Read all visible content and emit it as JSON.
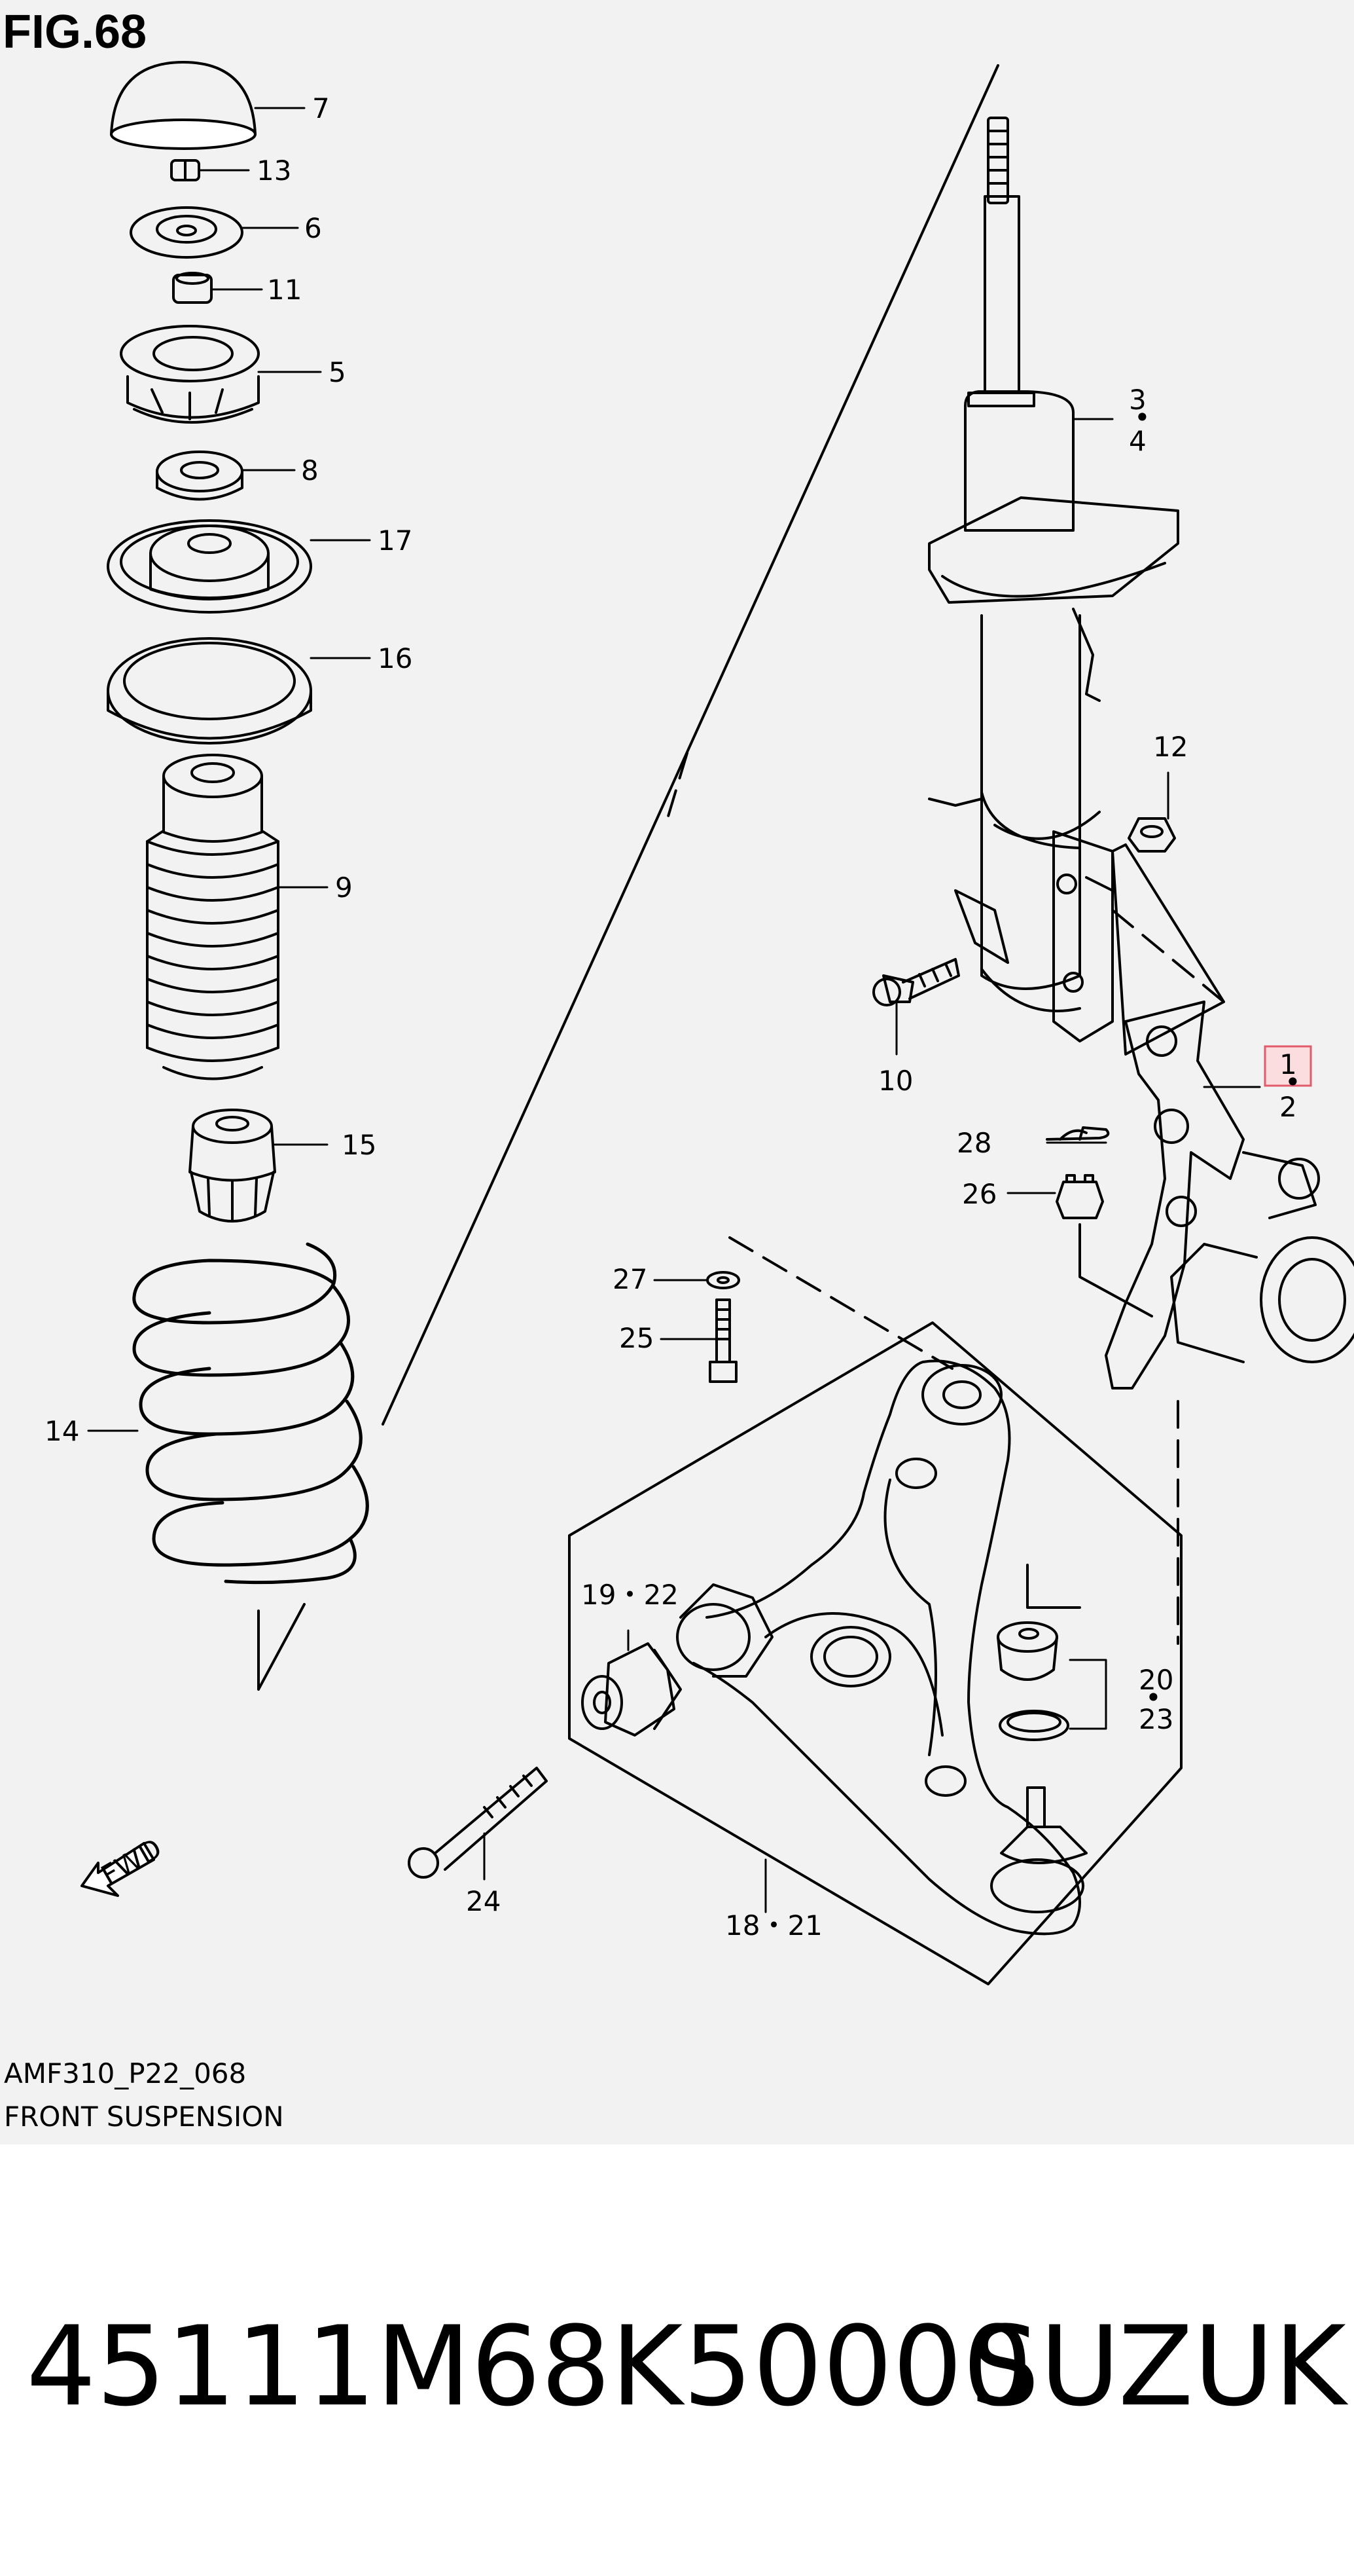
{
  "figure": {
    "title": "FIG.68",
    "code": "AMF310_P22_068",
    "caption": "FRONT SUSPENSION"
  },
  "callouts": {
    "c7": "7",
    "c13": "13",
    "c6": "6",
    "c11": "11",
    "c5": "5",
    "c8": "8",
    "c17": "17",
    "c16": "16",
    "c9": "9",
    "c15": "15",
    "c14": "14",
    "c3": "3",
    "c4": "4",
    "c12": "12",
    "c10": "10",
    "c1": "1",
    "c2": "2",
    "c28": "28",
    "c26": "26",
    "c27": "27",
    "c25": "25",
    "c19_22": "19・22",
    "c20": "20",
    "c23": "23",
    "c24": "24",
    "c18_21": "18・21"
  },
  "fwd_label": "FWD",
  "highlight_color": "#e05a6a",
  "product": {
    "part_number": "45111M68K50000",
    "brand": "SUZUKI"
  }
}
